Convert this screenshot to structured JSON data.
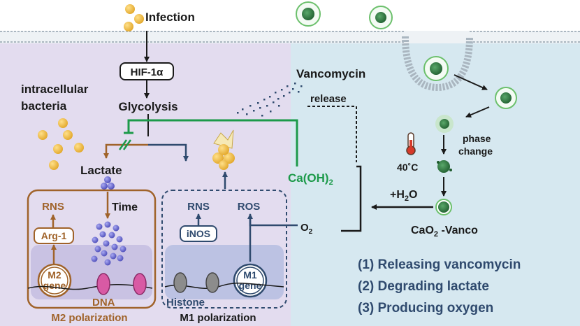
{
  "labels": {
    "infection": "Infection",
    "hif": "HIF-1α",
    "glycolysis": "Glycolysis",
    "intracellular_line1": "intracellular",
    "intracellular_line2": "bacteria",
    "lactate": "Lactate",
    "time": "Time",
    "rns_m2": "RNS",
    "arg1": "Arg-1",
    "m2gene_line1": "M2",
    "m2gene_line2": "gene",
    "dna": "DNA",
    "m2_polarization": "M2 polarization",
    "rns_m1": "RNS",
    "ros": "ROS",
    "inos": "iNOS",
    "m1gene_line1": "M1",
    "m1gene_line2": "gene",
    "histone": "Histone",
    "m1_polarization": "M1 polarization",
    "o2_main": "O",
    "o2_sub": "2",
    "caoh_main": "Ca(OH)",
    "caoh_sub": "2",
    "vancomycin": "Vancomycin",
    "release": "release",
    "phase_line1": "phase",
    "phase_line2": "change",
    "temp": "40˚C",
    "h2o": "+H",
    "h2o_sub": "2",
    "h2o_end": "O",
    "cao2_main": "CaO",
    "cao2_sub": "2",
    "cao2_end": " -Vanco"
  },
  "legend": [
    "(1) Releasing vancomycin",
    "(2) Degrading lactate",
    "(3) Producing oxygen"
  ],
  "colors": {
    "cell_left": "#e3dcef",
    "cell_right": "#d6e8f0",
    "brown": "#a0632a",
    "navy": "#2f4a6e",
    "green": "#1c9a4a",
    "bacteria": "#f0be45",
    "lactate": "#6a6ad0"
  }
}
